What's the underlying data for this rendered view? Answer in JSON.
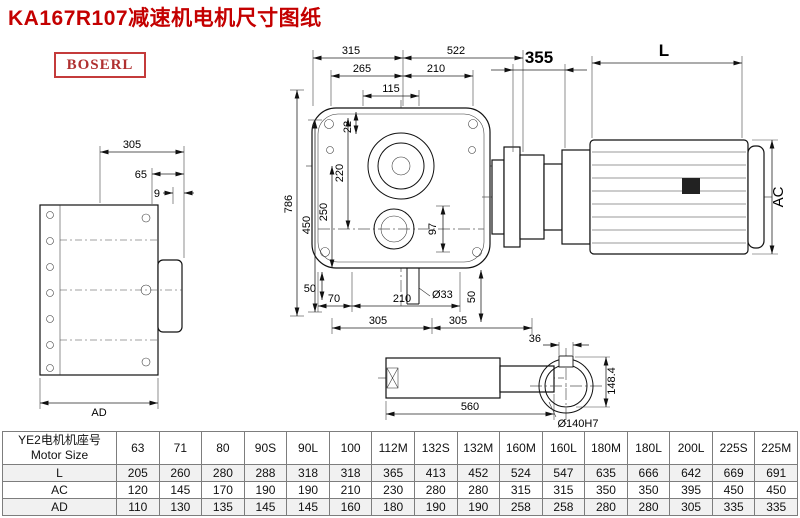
{
  "title": "KA167R107减速机电机尺寸图纸",
  "brand": "BOSERL",
  "dims": {
    "side_305": "305",
    "side_65": "65",
    "side_9": "9",
    "side_AD": "AD",
    "front_315": "315",
    "front_522": "522",
    "front_265": "265",
    "front_210_top": "210",
    "front_115": "115",
    "front_786": "786",
    "front_450": "450",
    "front_250": "250",
    "front_220": "220",
    "front_22": "22",
    "front_97": "97",
    "front_50_left": "50",
    "front_70": "70",
    "front_210_bottom": "210",
    "front_d33": "Ø33",
    "front_50_right": "50",
    "front_305_a": "305",
    "front_305_b": "305",
    "motor_355": "355",
    "motor_L": "L",
    "motor_AC": "AC",
    "shaft_560": "560",
    "bore_36": "36",
    "bore_148_4": "148.4",
    "bore_d140": "Ø140H7"
  },
  "table": {
    "header_cn": "YE2电机机座号",
    "header_en": "Motor Size",
    "columns": [
      "63",
      "71",
      "80",
      "90S",
      "90L",
      "100",
      "112M",
      "132S",
      "132M",
      "160M",
      "160L",
      "180M",
      "180L",
      "200L",
      "225S",
      "225M"
    ],
    "rows": [
      {
        "label": "L",
        "values": [
          "205",
          "260",
          "280",
          "288",
          "318",
          "318",
          "365",
          "413",
          "452",
          "524",
          "547",
          "635",
          "666",
          "642",
          "669",
          "691"
        ]
      },
      {
        "label": "AC",
        "values": [
          "120",
          "145",
          "170",
          "190",
          "190",
          "210",
          "230",
          "280",
          "280",
          "315",
          "315",
          "350",
          "350",
          "395",
          "450",
          "450"
        ]
      },
      {
        "label": "AD",
        "values": [
          "110",
          "130",
          "135",
          "145",
          "145",
          "160",
          "180",
          "190",
          "190",
          "258",
          "258",
          "280",
          "280",
          "305",
          "335",
          "335"
        ]
      }
    ]
  }
}
